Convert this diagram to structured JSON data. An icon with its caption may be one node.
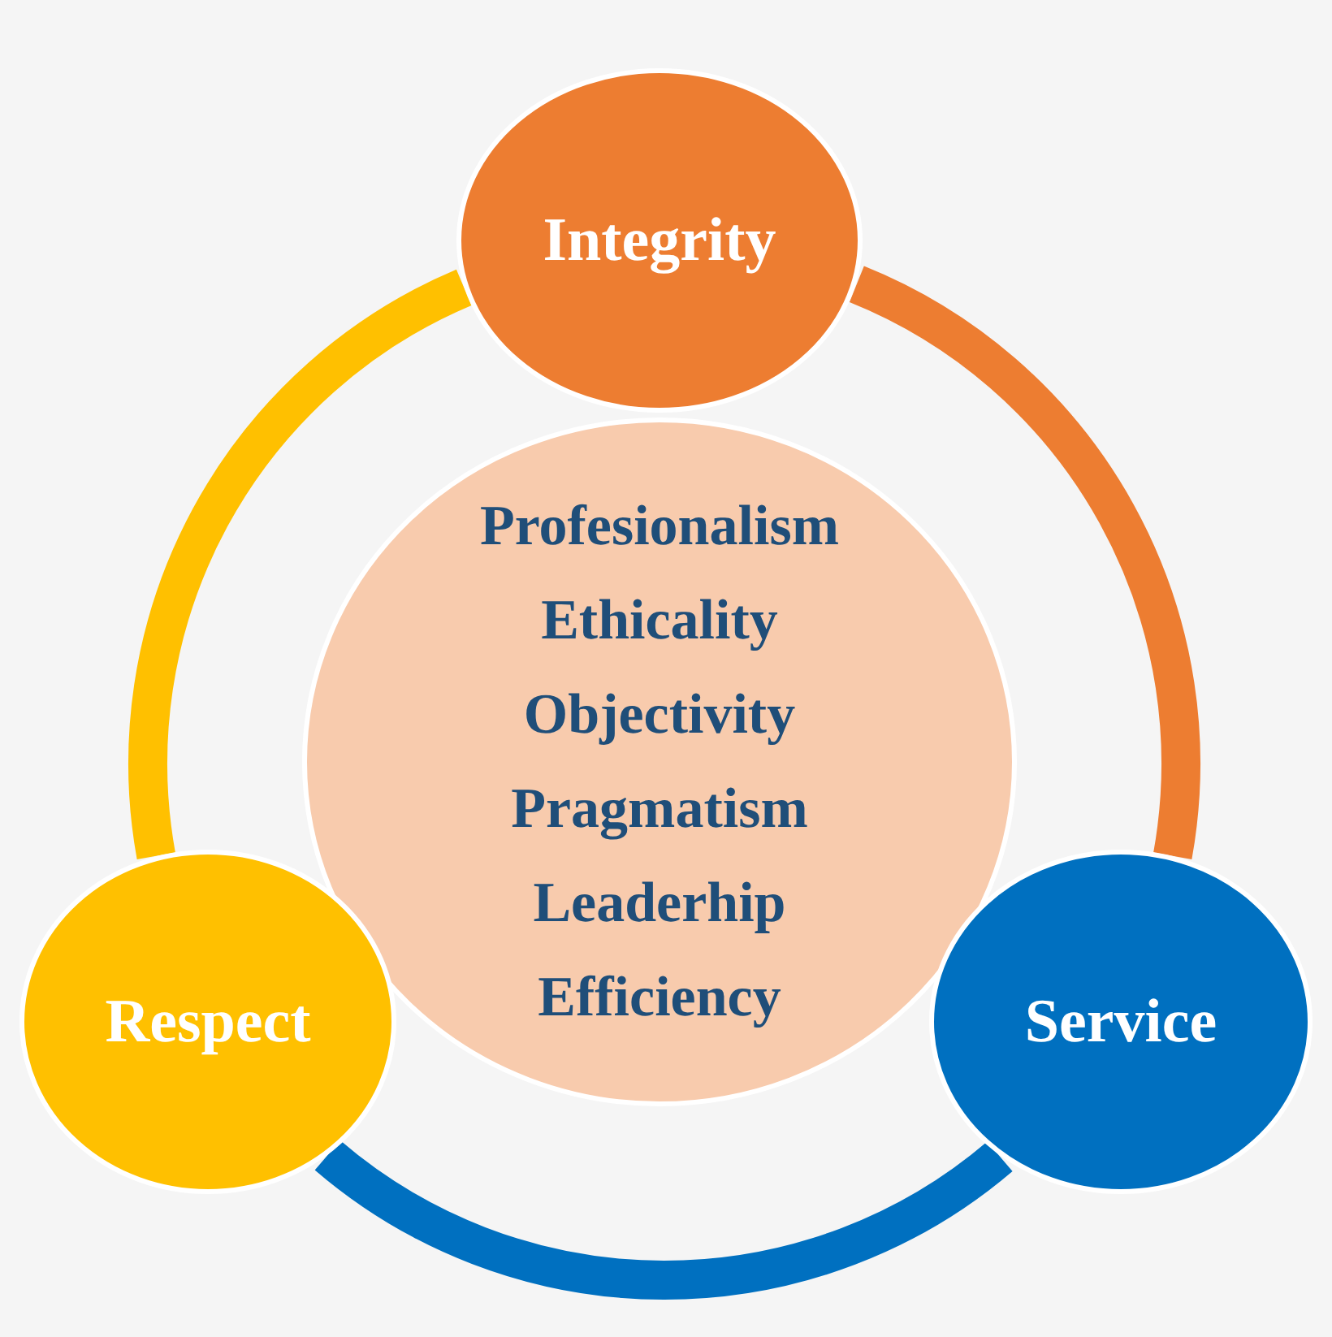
{
  "diagram": {
    "nodes": [
      {
        "text": [
          "Integrity"
        ]
      },
      {
        "text": [
          "Profesionalism",
          "Ethicality",
          "Objectivity",
          "Pragmatism",
          "Leaderhip",
          "Efficiency"
        ]
      },
      {
        "text": [
          "Respect"
        ]
      },
      {
        "text": [
          "Service"
        ]
      }
    ],
    "edges": [
      {
        "from": 0,
        "to": 3,
        "arrow": "none",
        "color": "#ed7d31"
      },
      {
        "from": 3,
        "to": 2,
        "arrow": "none",
        "color": "#0070c0"
      },
      {
        "from": 2,
        "to": 0,
        "arrow": "none",
        "color": "#ffc000"
      }
    ]
  }
}
